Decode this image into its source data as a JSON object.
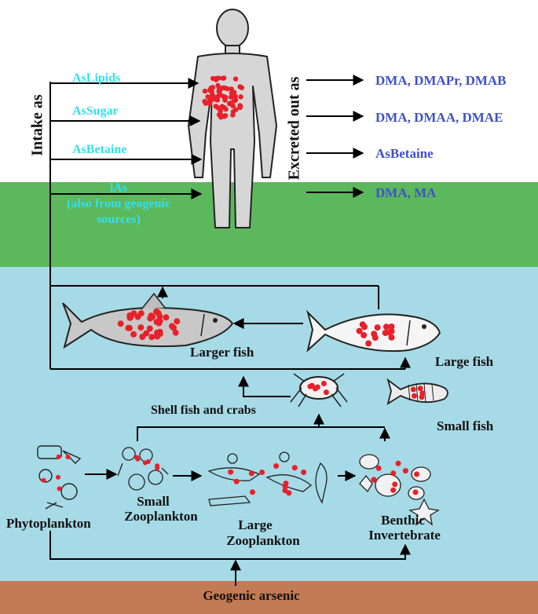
{
  "intake": {
    "title": "Intake as",
    "items": [
      "AsLipids",
      "AsSugar",
      "AsBetaine",
      "iAs",
      "(also from geogenic",
      "sources)"
    ]
  },
  "excretion": {
    "title": "Excreted out as",
    "items": [
      "DMA, DMAPr, DMAB",
      "DMA, DMAA, DMAE",
      "AsBetaine",
      "DMA, MA"
    ]
  },
  "organisms": {
    "larger_fish": "Larger fish",
    "large_fish": "Large fish",
    "shellfish": "Shell fish and crabs",
    "small_fish": "Small fish",
    "phytoplankton": "Phytoplankton",
    "small_zoo_1": "Small",
    "small_zoo_2": "Zooplankton",
    "large_zoo_1": "Large",
    "large_zoo_2": "Zooplankton",
    "benthic_1": "Benthic",
    "benthic_2": "Invertebrate"
  },
  "source": "Geogenic arsenic",
  "colors": {
    "land": "#5cb85c",
    "water": "#a6dae6",
    "soil": "#c27b54",
    "intake_text": "#33e0f0",
    "excretion_text": "#3f51c8",
    "arsenic_dots": "#e8202a"
  }
}
